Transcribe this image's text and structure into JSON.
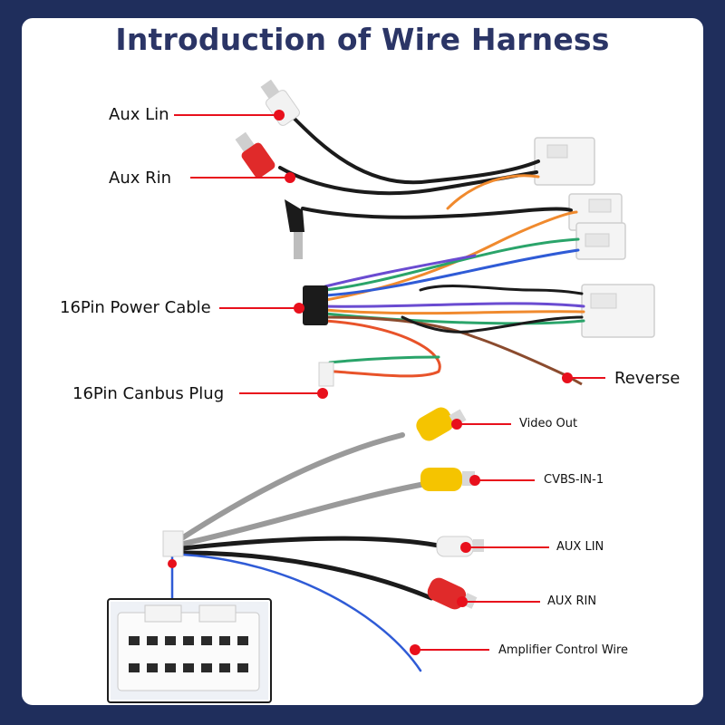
{
  "title": "Introduction of Wire Harness",
  "labels": {
    "aux_lin": "Aux Lin",
    "aux_rin": "Aux Rin",
    "power_cable": "16Pin Power Cable",
    "canbus_plug": "16Pin Canbus Plug",
    "reverse": "Reverse",
    "video_out": "Video Out",
    "cvbs_in_1": "CVBS-IN-1",
    "aux_lin_lower": "AUX LIN",
    "aux_rin_lower": "AUX RIN",
    "amplifier_control_wire": "Amplifier Control Wire"
  },
  "colors": {
    "frame": "#1f2e5c",
    "title": "#2b3566",
    "marker": "#e8101c",
    "rca_red": "#e02a2a",
    "rca_white": "#f2f2f2",
    "rca_yellow": "#f5c400",
    "wire_black": "#1b1b1b",
    "wire_orange": "#f08a2e",
    "wire_green": "#2aa46a",
    "wire_blue": "#2f5bd6",
    "wire_purple": "#6a4bd1",
    "wire_grey": "#9a9a9a",
    "wire_brown": "#8b4b2e"
  }
}
